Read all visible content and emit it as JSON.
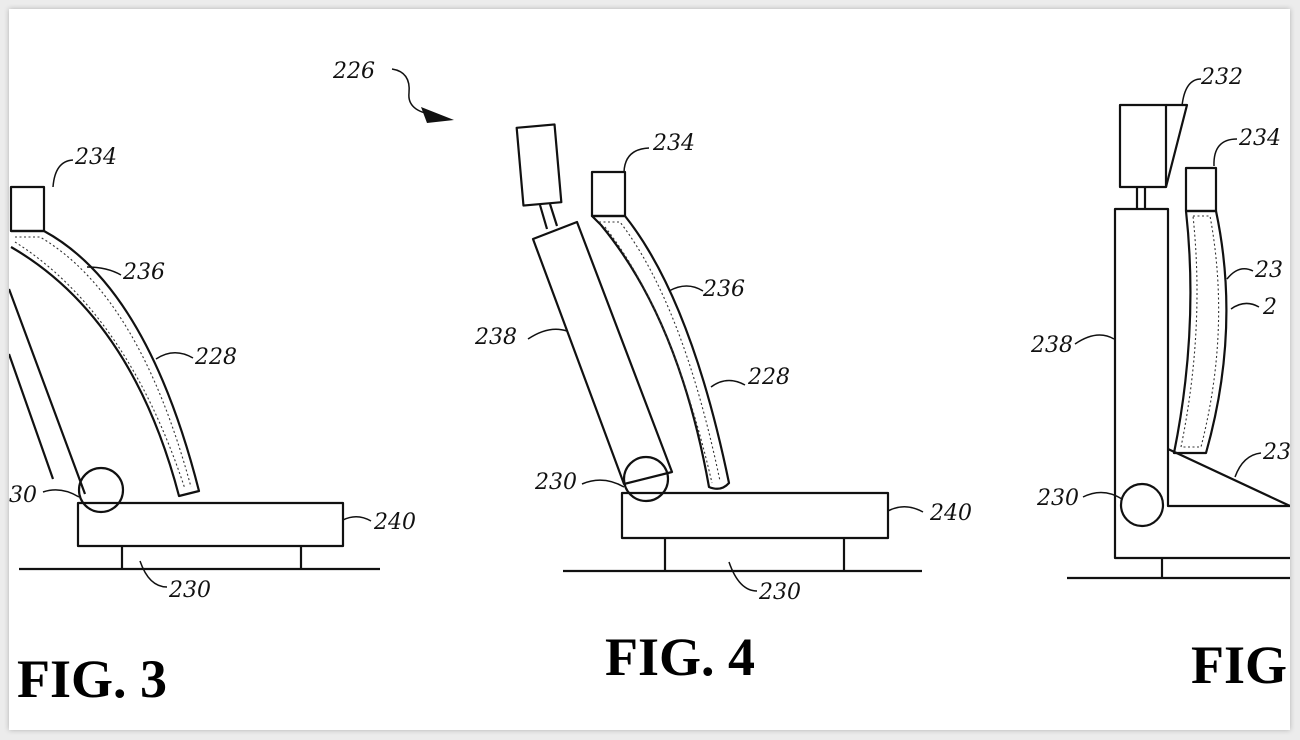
{
  "figures": [
    {
      "caption": "FIG. 3",
      "labels": {
        "headrest": "234",
        "shell": "236",
        "body": "228",
        "pivot": "30",
        "base": "240",
        "support": "230"
      }
    },
    {
      "caption": "FIG. 4",
      "pointer": "226",
      "labels": {
        "headrest": "234",
        "shell": "236",
        "body": "228",
        "back": "238",
        "pivot": "230",
        "base": "240",
        "support": "230"
      }
    },
    {
      "caption": "FIG",
      "labels": {
        "head_unit": "232",
        "headrest": "234",
        "shell_a": "23",
        "shell_b": "2",
        "back": "238",
        "wedge": "23",
        "pivot": "230"
      }
    }
  ]
}
